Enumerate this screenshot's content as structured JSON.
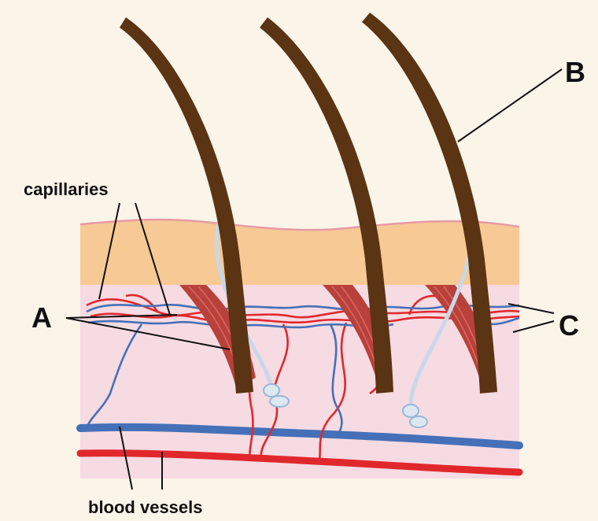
{
  "labels": {
    "capillaries": "capillaries",
    "blood_vessels": "blood vessels",
    "a": "A",
    "b": "B",
    "c": "C"
  },
  "colors": {
    "background": "#fbf4e9",
    "epidermis": "#f7c995",
    "dermis": "#f6dbe3",
    "skin_surface": "#e79aa4",
    "hair": "#5b3413",
    "muscle": "#b8413b",
    "muscle_stripe": "#e06a60",
    "artery": "#e0282c",
    "vein": "#4570b8",
    "nerve": "#c8d8e8",
    "leader": "#111111"
  }
}
